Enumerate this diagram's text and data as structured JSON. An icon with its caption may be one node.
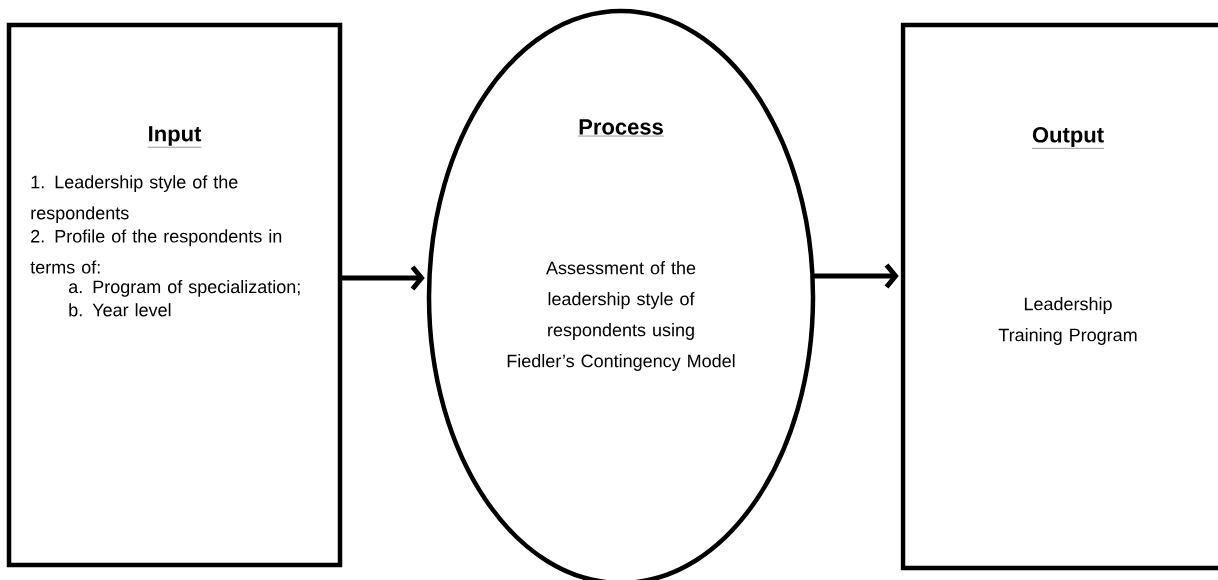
{
  "diagram": {
    "nodes": [
      {
        "text": [
          "Input",
          "1. Leadership style of the respondents",
          "2. Profile of the respondents in terms of:",
          "a. Program of specialization;",
          "b. Year level"
        ]
      },
      {
        "text": [
          "Process",
          "Assessment of the leadership style of respondents using Fiedler’s Contingency Model"
        ]
      },
      {
        "text": [
          "Output",
          "Leadership Training Program"
        ]
      }
    ],
    "edges": [
      {
        "from": 0,
        "to": 1,
        "arrow": "to"
      },
      {
        "from": 1,
        "to": 2,
        "arrow": "to"
      }
    ]
  }
}
